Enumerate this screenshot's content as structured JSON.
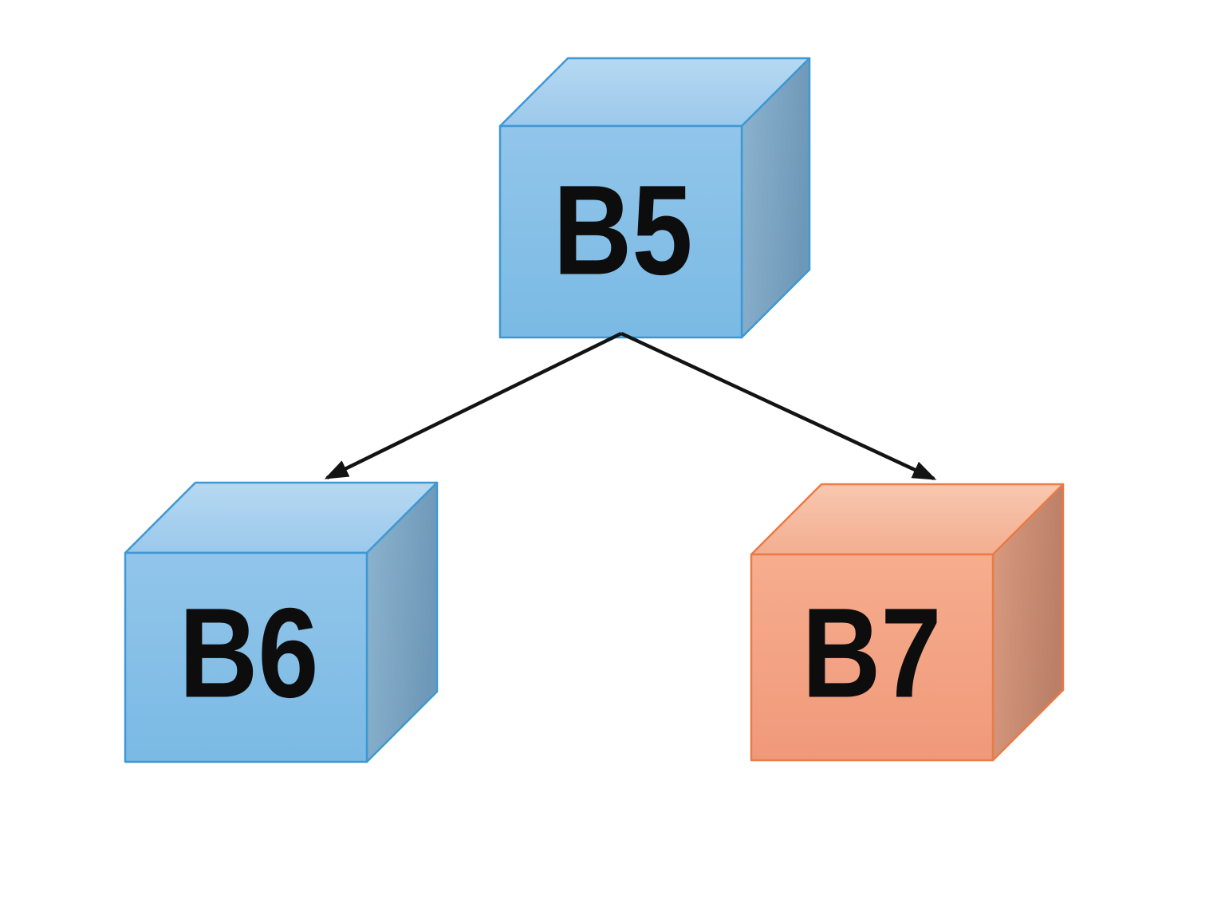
{
  "page": {
    "background": "#FFFFFF"
  },
  "diagram": {
    "type": "tree",
    "nodes": [
      {
        "id": "B5",
        "label": "B5",
        "theme": "blue",
        "shape": "cube"
      },
      {
        "id": "B6",
        "label": "B6",
        "theme": "blue",
        "shape": "cube"
      },
      {
        "id": "B7",
        "label": "B7",
        "theme": "orange",
        "shape": "cube"
      }
    ],
    "edges": [
      {
        "from": "B5",
        "to": "B6"
      },
      {
        "from": "B5",
        "to": "B7"
      }
    ]
  },
  "colors": {
    "label": "#0D0D0D",
    "arrow": "#131313",
    "blue": {
      "top_light": "#B6D9F2",
      "top_dark": "#9BC8EB",
      "front_light": "#92C5EA",
      "front_dark": "#7ABAE4",
      "side_light": "#8CB4D0",
      "side_dark": "#6E98B7",
      "outline": "#3E98D4"
    },
    "orange": {
      "top_light": "#F8C7B0",
      "top_dark": "#F3AE90",
      "front_light": "#F6AD8E",
      "front_dark": "#F0997A",
      "side_light": "#D89B80",
      "side_dark": "#BB7F67",
      "outline": "#EB7B46"
    }
  }
}
